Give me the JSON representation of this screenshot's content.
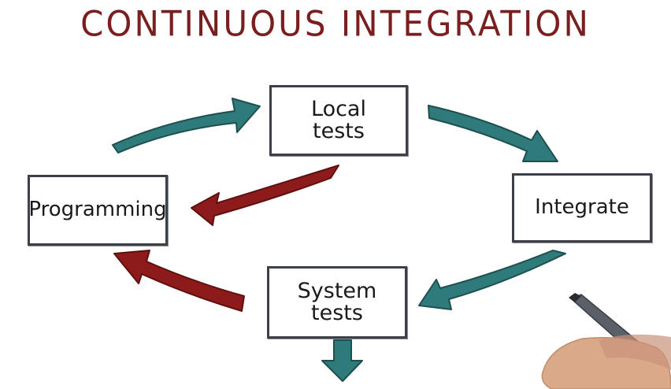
{
  "title": "CONTINUOUS INTEGRATION",
  "nodes": {
    "local_tests": {
      "line1": "Local",
      "line2": "tests"
    },
    "programming": {
      "label": "Programming"
    },
    "integrate": {
      "label": "Integrate"
    },
    "system_tests": {
      "line1": "System",
      "line2": "tests"
    }
  },
  "colors": {
    "title": "#7a1f1f",
    "forward_arrow": "#2f7a7a",
    "feedback_arrow": "#8e1b1b",
    "box_border": "#3d4048"
  }
}
